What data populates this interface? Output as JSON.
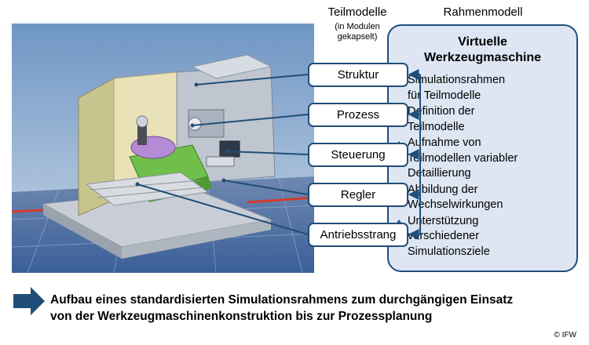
{
  "headers": {
    "submodels": "Teilmodelle",
    "submodels_note_line1": "(in Modulen",
    "submodels_note_line2": "gekapselt)",
    "framework": "Rahmenmodell"
  },
  "submodels": [
    {
      "label": "Struktur"
    },
    {
      "label": "Prozess"
    },
    {
      "label": "Steuerung"
    },
    {
      "label": "Regler"
    },
    {
      "label": "Antriebsstrang"
    }
  ],
  "framework_panel": {
    "title_line1": "Virtuelle",
    "title_line2": "Werkzeugmaschine",
    "items": [
      {
        "line1": "Simulationsrahmen",
        "line2": "für Teilmodelle",
        "line3": ""
      },
      {
        "line1": "Definition der",
        "line2": "Teilmodelle",
        "line3": ""
      },
      {
        "line1": "Aufnahme von",
        "line2": "Teilmodellen variabler",
        "line3": "Detaillierung"
      },
      {
        "line1": "Abbildung der",
        "line2": "Wechselwirkungen",
        "line3": ""
      },
      {
        "line1": "Unterstützung",
        "line2": "verschiedener",
        "line3": "Simulationsziele"
      }
    ]
  },
  "summary": {
    "line1": "Aufbau eines standardisierten Simulationsrahmens zum durchgängigen Einsatz",
    "line2": "von der Werkzeugmaschinenkonstruktion  bis zur Prozessplanung"
  },
  "copyright": "© IFW",
  "colors": {
    "box_border": "#1f4e79",
    "panel_fill": "#dde6f2",
    "arrow": "#1f4e79"
  }
}
